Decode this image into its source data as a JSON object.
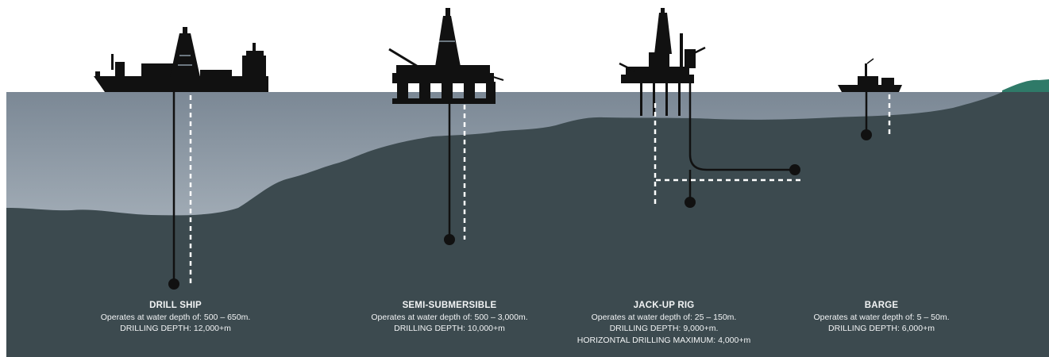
{
  "colors": {
    "background": "#ffffff",
    "water_top": "#7b8895",
    "water_bottom": "#c9d1d8",
    "seabed": "#3c4a4f",
    "land": "#2f7a68",
    "silhouette": "#111111",
    "caption_text": "#f2f4f5",
    "dashed_line": "#ffffff"
  },
  "rigs": [
    {
      "id": "drill-ship",
      "icon": "drill-ship-icon",
      "title": "DRILL SHIP",
      "lines": [
        "Operates at water depth of: 500 – 650m.",
        "DRILLING DEPTH: 12,000+m"
      ]
    },
    {
      "id": "semi-submersible",
      "icon": "semi-submersible-icon",
      "title": "SEMI-SUBMERSIBLE",
      "lines": [
        "Operates at water depth of: 500 – 3,000m.",
        "DRILLING DEPTH: 10,000+m"
      ]
    },
    {
      "id": "jack-up-rig",
      "icon": "jack-up-rig-icon",
      "title": "JACK-UP RIG",
      "lines": [
        "Operates at water depth of: 25 – 150m.",
        "DRILLING DEPTH: 9,000+m.",
        "HORIZONTAL DRILLING MAXIMUM: 4,000+m"
      ]
    },
    {
      "id": "barge",
      "icon": "barge-icon",
      "title": "BARGE",
      "lines": [
        "Operates at water depth of: 5 – 50m.",
        "DRILLING DEPTH: 6,000+m"
      ]
    }
  ]
}
